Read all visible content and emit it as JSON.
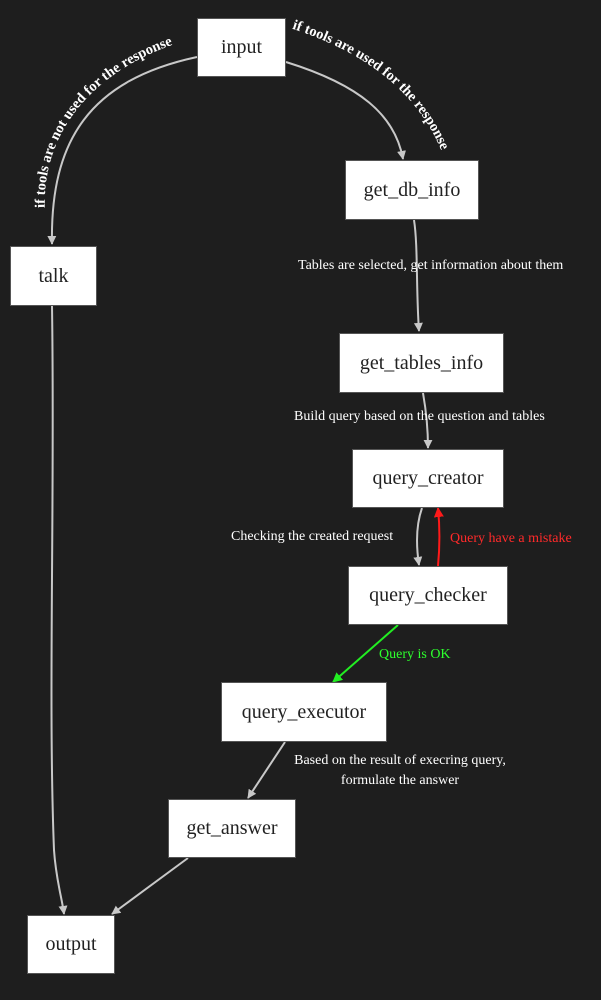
{
  "nodes": {
    "input": "input",
    "get_db_info": "get_db_info",
    "talk": "talk",
    "get_tables_info": "get_tables_info",
    "query_creator": "query_creator",
    "query_checker": "query_checker",
    "query_executor": "query_executor",
    "get_answer": "get_answer",
    "output": "output"
  },
  "edges": {
    "not_used": "if tools are not used for the response",
    "used": "if tools are used for the response",
    "tables_selected": "Tables are selected, get information about them",
    "build_query": "Build query based on the question and tables",
    "checking": "Checking the created request",
    "mistake": "Query have a mistake",
    "ok": "Query is OK",
    "based_line1": "Based on the result of execring query,",
    "based_line2": "formulate the answer"
  },
  "colors": {
    "background": "#1e1e1e",
    "edge": "#c8c8c8",
    "edge_error": "#ff2a2a",
    "edge_ok": "#2dff2d",
    "node_fill": "#ffffff"
  }
}
